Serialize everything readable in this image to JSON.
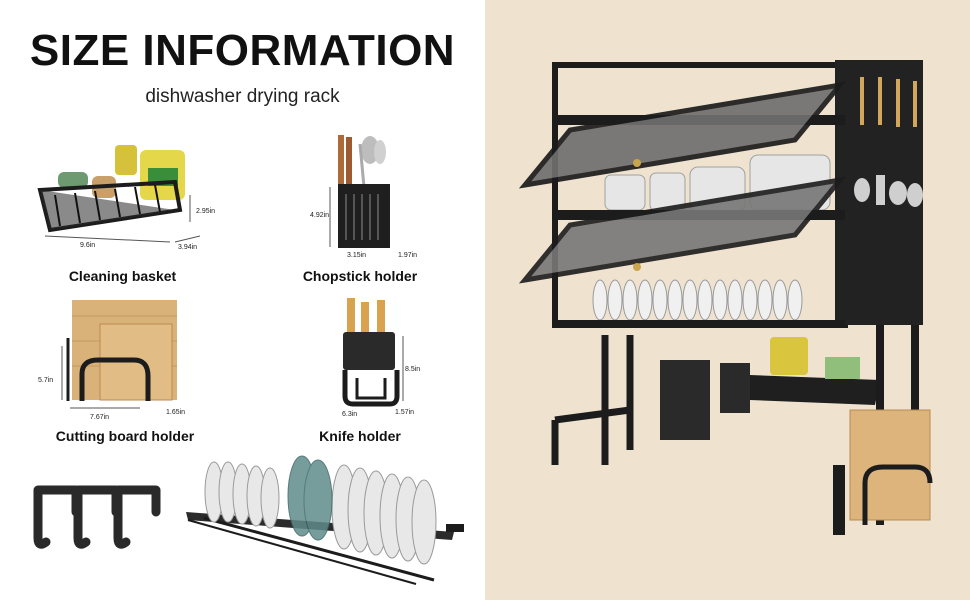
{
  "header": {
    "title": "SIZE INFORMATION",
    "subtitle": "dishwasher drying rack"
  },
  "products": [
    {
      "name": "Cleaning basket",
      "dimensions": [
        "2.95in",
        "9.6in",
        "3.94in"
      ]
    },
    {
      "name": "Chopstick holder",
      "dimensions": [
        "4.92in",
        "3.15in",
        "1.97in"
      ]
    },
    {
      "name": "Cutting board holder",
      "dimensions": [
        "5.7in",
        "7.67in",
        "1.65in"
      ]
    },
    {
      "name": "Knife holder",
      "dimensions": [
        "8.5in",
        "6.3in",
        "1.57in"
      ]
    }
  ],
  "colors": {
    "background_right": "#efe3d0",
    "rack_black": "#1c1c1c",
    "wood": "#d9b27a"
  }
}
